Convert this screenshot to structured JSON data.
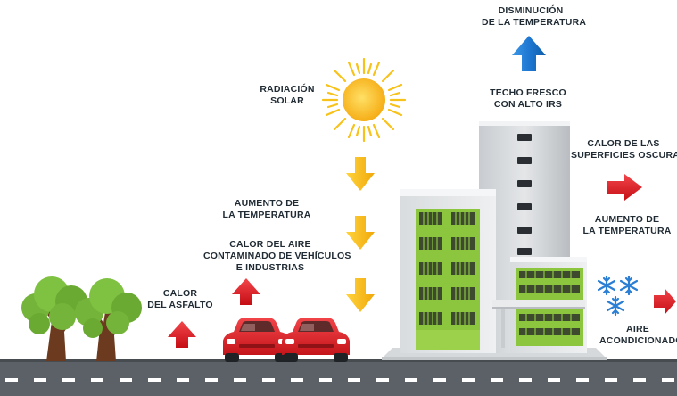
{
  "labels": {
    "temp_decrease": [
      "DISMINUCIÓN",
      "DE LA TEMPERATURA"
    ],
    "solar_radiation": [
      "RADIACIÓN",
      "SOLAR"
    ],
    "cool_roof": [
      "TECHO FRESCO",
      "CON ALTO IRS"
    ],
    "dark_surfaces_heat": [
      "CALOR DE LAS",
      "SUPERFICIES OSCURAS"
    ],
    "temp_increase_left": [
      "AUMENTO DE",
      "LA TEMPERATURA"
    ],
    "temp_increase_right": [
      "AUMENTO DE",
      "LA TEMPERATURA"
    ],
    "polluted_air_heat": [
      "CALOR DEL AIRE",
      "CONTAMINADO DE VEHÍCULOS",
      "E INDUSTRIAS"
    ],
    "asphalt_heat": [
      "CALOR",
      "DEL ASFALTO"
    ],
    "air_conditioning": [
      "AIRE",
      "ACONDICIONADO"
    ]
  },
  "colors": {
    "up_arrow_blue": "#1e78d2",
    "heat_arrow_red": "#e8141c",
    "sun_yellow": "#f7c21a",
    "sun_arrow_yellow": "#f5b80e",
    "snowflake_blue": "#2a7fd4",
    "window_green": "#8cc63f",
    "road_gray": "#5b6166",
    "tree_green": "#74b43a",
    "tree_trunk": "#6b3a1f",
    "car_red": "#e0201b"
  },
  "icons": [
    "sun-icon",
    "snowflake-icon",
    "car-icon",
    "tree-icon",
    "building-icon",
    "road-icon",
    "arrow-up-icon",
    "arrow-down-icon",
    "arrow-right-icon"
  ]
}
